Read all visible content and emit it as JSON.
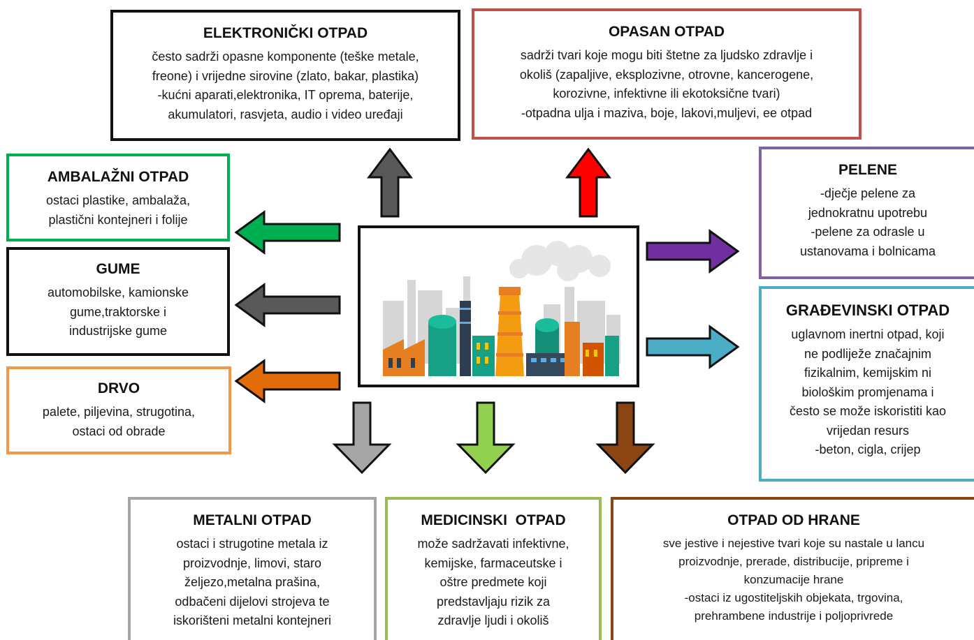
{
  "center": {
    "image": "factory-illustration"
  },
  "boxes": {
    "elektronicki": {
      "title": "ELEKTRONIČKI OTPAD",
      "desc": "često sadrži opasne komponente (teške metale,\nfreone) i vrijedne sirovine (zlato, bakar, plastika)\n-kućni aparati,elektronika, IT oprema, baterije,\nakumulatori, rasvjeta, audio i video uređaji",
      "color": "#111111"
    },
    "opasan": {
      "title": "OPASAN OTPAD",
      "desc": "sadrži tvari koje mogu biti štetne za ljudsko zdravlje i\nokoliš (zapaljive, eksplozivne, otrovne, kancerogene,\nkorozivne, infektivne ili ekotoksične tvari)\n-otpadna ulja i maziva, boje, lakovi,muljevi, ee otpad",
      "color": "#c0504d"
    },
    "ambalazni": {
      "title": "AMBALAŽNI OTPAD",
      "desc": "ostaci plastike, ambalaža,\nplastični kontejneri i folije",
      "color": "#00b050"
    },
    "gume": {
      "title": "GUME",
      "desc": "automobilske, kamionske\ngume,traktorske i\nindustrijske gume",
      "color": "#111111"
    },
    "drvo": {
      "title": "DRVO",
      "desc": "palete, piljevina, strugotina,\nostaci od obrade",
      "color": "#f79646"
    },
    "pelene": {
      "title": "PELENE",
      "desc": "-dječje pelene za\njednokratnu upotrebu\n-pelene za odrasle u\nustanovama i bolnicama",
      "color": "#8064a2"
    },
    "gradjevinski": {
      "title": "GRAĐEVINSKI OTPAD",
      "desc": "uglavnom inertni otpad, koji\nne podliježe značajnim\nfizikalnim, kemijskim ni\nbiološkim promjenama i\nčesto se može iskoristiti kao\nvrijedan resurs\n-beton, cigla, crijep",
      "color": "#4bacc6"
    },
    "metalni": {
      "title": "METALNI OTPAD",
      "desc": "ostaci i strugotine metala iz\nproizvodnje, limovi, staro\nželjezo,metalna prašina,\nodbačeni dijelovi strojeva te\niskorišteni metalni kontejneri",
      "color": "#a6a6a6"
    },
    "medicinski": {
      "title": "MEDICINSKI  OTPAD",
      "desc": "može sadržavati infektivne,\nkemijske, farmaceutske i\noštre predmete koji\npredstavljaju rizik za\nzdravlje ljudi i okoliš",
      "color": "#9bbb59"
    },
    "hrana": {
      "title": "OTPAD OD HRANE",
      "desc": "sve jestive i nejestive tvari koje su nastale u lancu\nproizvodnje, prerade, distribucije, pripreme i\nkonzumacije hrane\n-ostaci iz ugostiteljskih objekata, trgovina,\nprehrambene industrije i poljoprivrede",
      "color": "#8b4513"
    }
  },
  "arrows": {
    "elektronicki": "#595959",
    "opasan": "#ff0000",
    "ambalazni": "#00b050",
    "gume": "#595959",
    "drvo": "#e36c0a",
    "pelene": "#7030a0",
    "gradjevinski": "#4bacc6",
    "metalni": "#a6a6a6",
    "medicinski": "#92d050",
    "hrana": "#8b4513"
  }
}
